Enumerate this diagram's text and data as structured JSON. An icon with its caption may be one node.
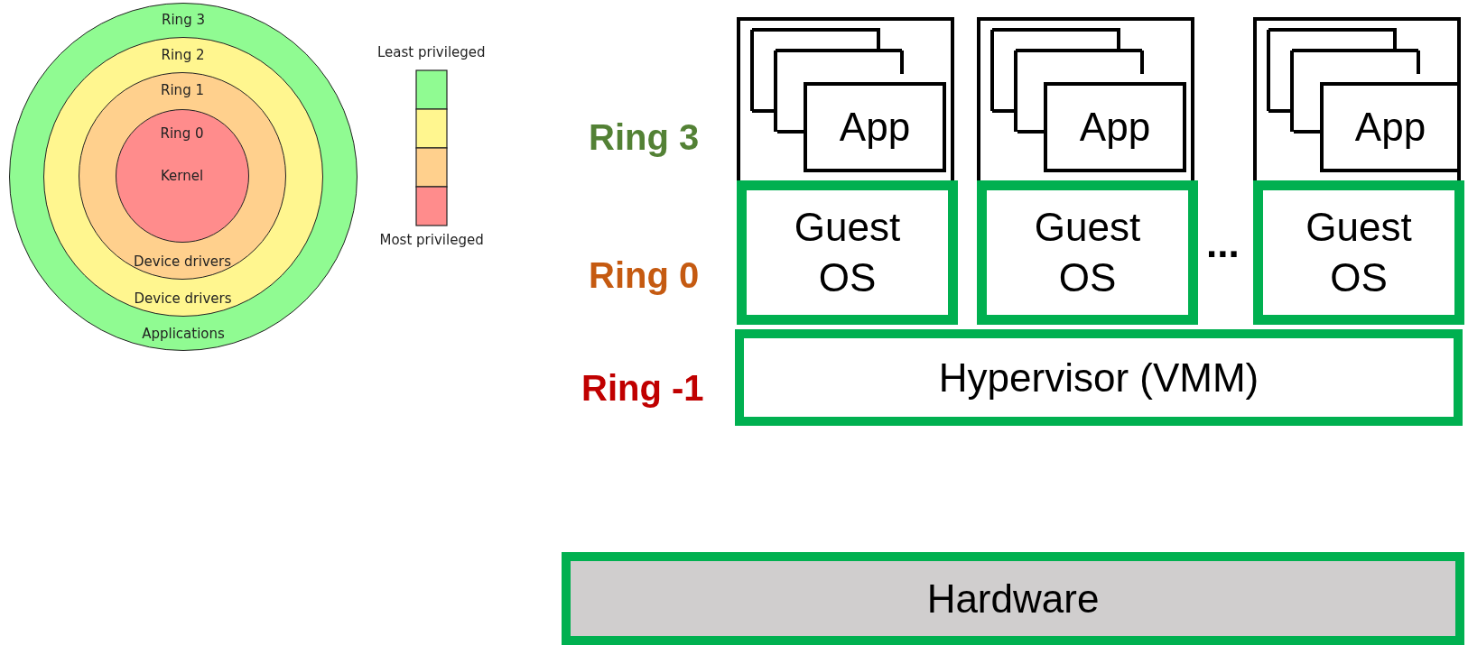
{
  "diagram": {
    "nodes": [
      {
        "text": [
          "Ring 3",
          "Applications"
        ]
      },
      {
        "text": [
          "Ring 2",
          "Device drivers"
        ],
        "in": 0
      },
      {
        "text": [
          "Ring 1",
          "Device drivers"
        ],
        "in": 1
      },
      {
        "text": [
          "Ring 0",
          "Kernel"
        ],
        "in": 2
      },
      {
        "text": [],
        "shape": "box"
      },
      {
        "text": [
          "App"
        ],
        "in": 4
      },
      {
        "text": [
          "Guest OS"
        ],
        "in": 4
      },
      {
        "text": [],
        "shape": "box"
      },
      {
        "text": [
          "App"
        ],
        "in": 7
      },
      {
        "text": [
          "Guest OS"
        ],
        "in": 7
      },
      {
        "text": [],
        "shape": "box"
      },
      {
        "text": [
          "App"
        ],
        "in": 10
      },
      {
        "text": [
          "Guest OS"
        ],
        "in": 10
      },
      {
        "text": [
          "Hypervisor (VMM)"
        ]
      },
      {
        "text": [
          "Hardware"
        ]
      }
    ],
    "labels": [
      "Least privileged",
      "Most privileged",
      "Ring 3",
      "Ring 0",
      "Ring -1",
      "..."
    ]
  }
}
